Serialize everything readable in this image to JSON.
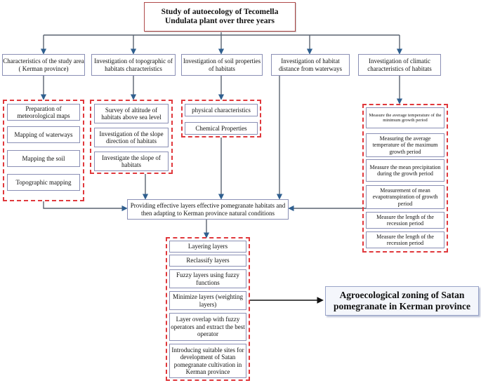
{
  "title": "Study of autoecology of Tecomella Undulata plant over three years",
  "investigations": [
    "Characteristics of the study area ( Kerman province)",
    "Investigation of topographic of habitats characteristics",
    "Investigation of soil properties of habitats",
    "Investigation of habitat distance from waterways",
    "Investigation of climatic characteristics of habitats"
  ],
  "study_area_tasks": [
    "Preparation of meteorological maps",
    "Mapping of waterways",
    "Mapping the soil",
    "Topographic mapping"
  ],
  "topographic_tasks": [
    "Survey of altitude of habitats above sea level",
    "Investigation of the slope direction of habitats",
    "Investigate the slope of habitats"
  ],
  "soil_tasks": [
    "physical characteristics",
    "Chemical Properties"
  ],
  "climatic_tasks": [
    "Measure the average temperature of the minimum growth period",
    "Measuring the average temperature of the maximum growth period",
    "Measure the mean precipitation during the growth period",
    "Measurement of mean evapotranspiration of growth period",
    "Measure the length of the recession period",
    "Measure the length of the recession period"
  ],
  "center_process": "Providing effective layers effective pomegranate habitats and then adapting to Kerman province natural conditions",
  "layer_steps": [
    "Layering layers",
    "Reclassify layers",
    "Fuzzy layers using fuzzy functions",
    "Minimize layers (weighting layers)",
    "Layer overlap with fuzzy operators and extract the best operator",
    "Introducing suitable sites for development of Satan pomegranate cultivation in Kerman province"
  ],
  "result": "Agroecological zoning of Satan pomegranate in Kerman province",
  "colors": {
    "box_border": "#8a8fb5",
    "group_border": "#e0383c",
    "connector": "#5a6370",
    "arrow_head": "#2f5f8f"
  }
}
